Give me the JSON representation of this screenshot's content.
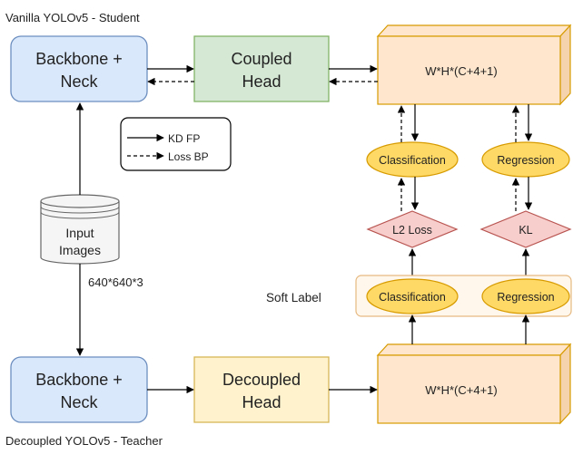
{
  "student_title": "Vanilla YOLOv5 - Student",
  "teacher_title": "Decoupled YOLOv5 - Teacher",
  "student_backbone": [
    "Backbone +",
    "Neck"
  ],
  "teacher_backbone": [
    "Backbone +",
    "Neck"
  ],
  "coupled_head": [
    "Coupled",
    "Head"
  ],
  "decoupled_head": [
    "Decoupled",
    "Head"
  ],
  "student_output": "W*H*(C+4+1)",
  "teacher_output": "W*H*(C+4+1)",
  "input_images": [
    "Input",
    "Images"
  ],
  "input_size": "640*640*3",
  "legend": {
    "forward": "KD FP",
    "backward": "Loss BP"
  },
  "student_classification": "Classification",
  "student_regression": "Regression",
  "l2_loss": "L2 Loss",
  "kl_loss": "KL",
  "soft_label": "Soft Label",
  "soft_classification": "Classification",
  "soft_regression": "Regression",
  "colors": {
    "backbone_fill": "#dae8fc",
    "backbone_stroke": "#6c8ebf",
    "coupled_fill": "#d5e8d4",
    "coupled_stroke": "#82b366",
    "decoupled_fill": "#fff2cc",
    "decoupled_stroke": "#d6b656",
    "cube_fill": "#ffe6cc",
    "cube_stroke": "#d79b00",
    "ellipse_fill": "#ffd966",
    "ellipse_stroke": "#d79b00",
    "loss_fill": "#f8cecc",
    "loss_stroke": "#b85450"
  }
}
